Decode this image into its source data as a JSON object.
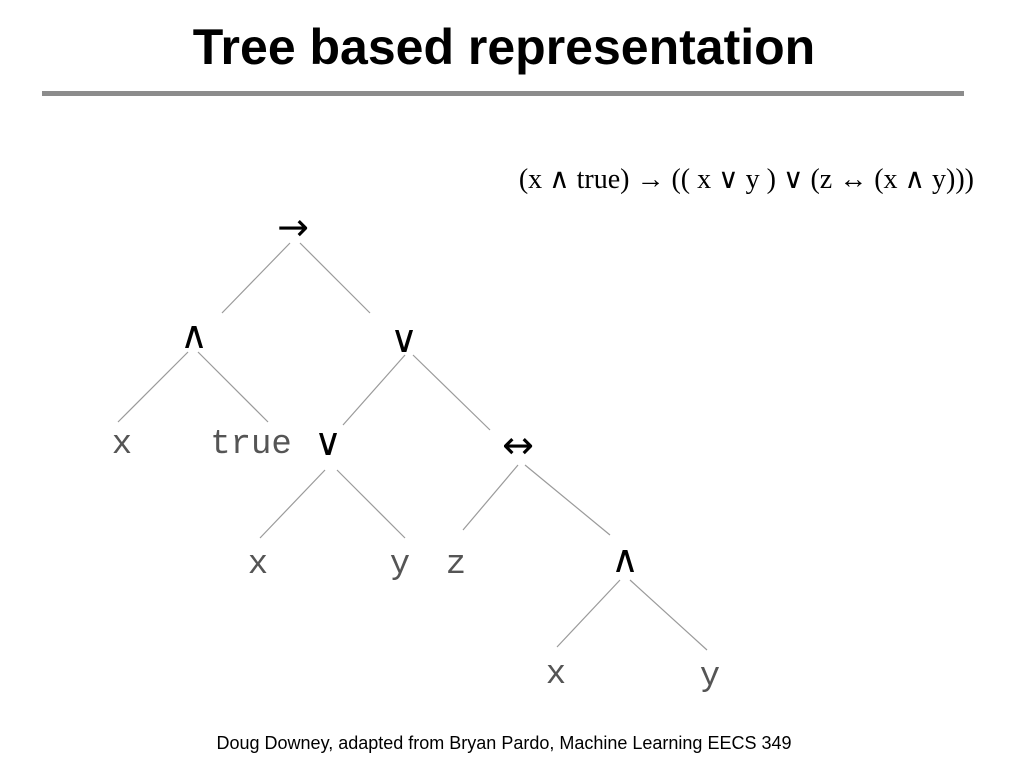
{
  "slide": {
    "title": "Tree based representation",
    "formula": "(x ∧ true) → (( x ∨ y ) ∨ (z ↔ (x ∧ y)))",
    "footer": "Doug Downey, adapted from Bryan Pardo, Machine Learning EECS 349"
  },
  "tree": {
    "root": "→",
    "left": {
      "op": "∧",
      "left": "x",
      "right": "true"
    },
    "right": {
      "op": "∨",
      "left": {
        "op": "∨",
        "left": "x",
        "right": "y"
      },
      "right": {
        "op": "↔",
        "left": "z",
        "right": {
          "op": "∧",
          "left": "x",
          "right": "y"
        }
      }
    }
  }
}
